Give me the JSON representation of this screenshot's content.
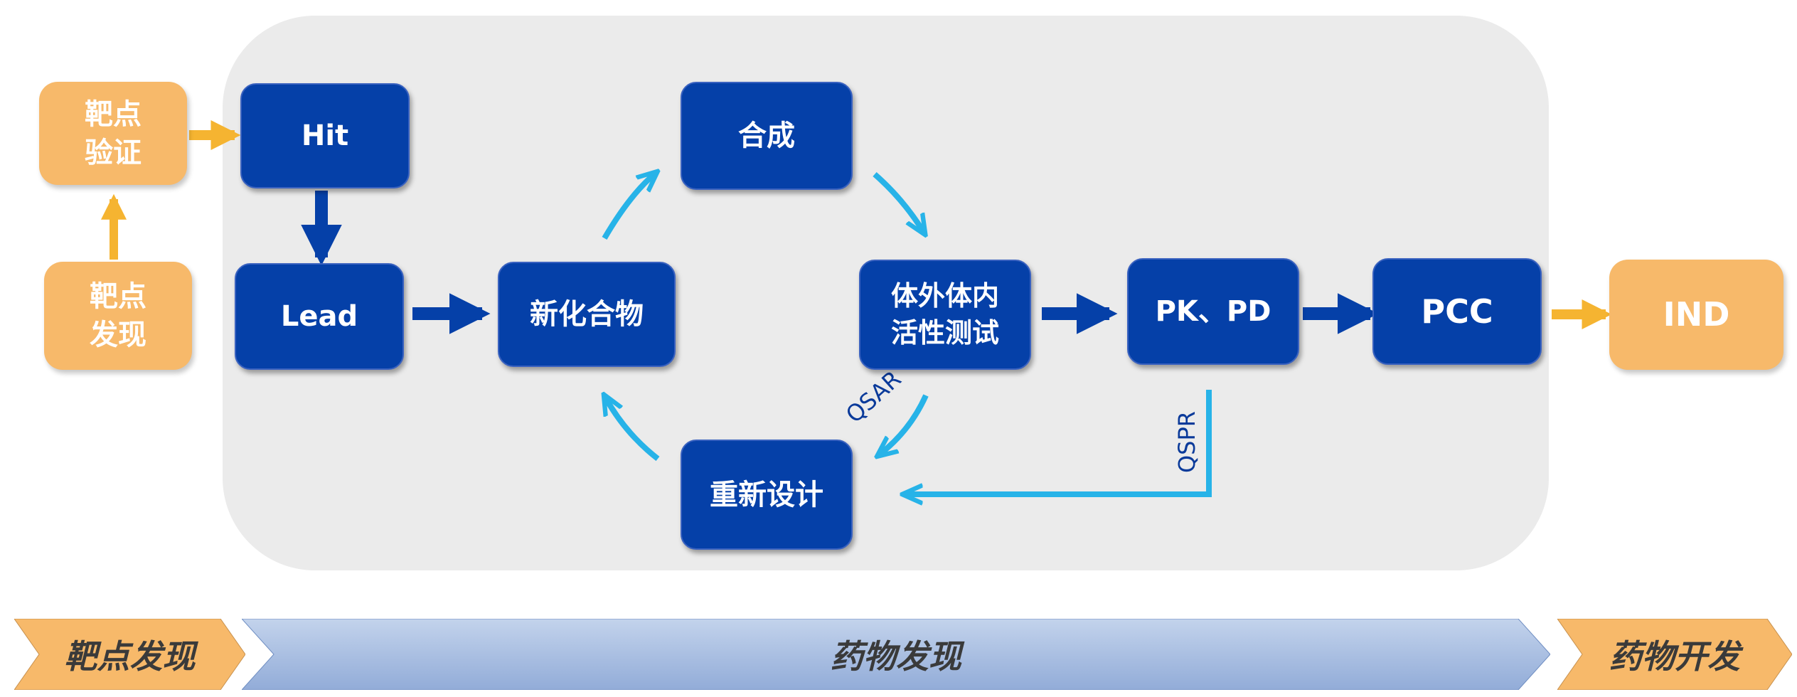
{
  "nodes": {
    "target_validation": "靶点\n验证",
    "target_discovery": "靶点\n发现",
    "hit": "Hit",
    "lead": "Lead",
    "new_compound": "新化合物",
    "synthesis": "合成",
    "assay": "体外体内\n活性测试",
    "redesign": "重新设计",
    "pk_pd": "PK、PD",
    "pcc": "PCC",
    "ind": "IND"
  },
  "labels": {
    "qsar": "QSAR",
    "qspr": "QSPR"
  },
  "stages": [
    {
      "label": "靶点发现"
    },
    {
      "label": "药物发现"
    },
    {
      "label": "药物开发"
    }
  ],
  "colors": {
    "node_blue": "#0540a8",
    "node_orange": "#f7b96a",
    "arrow_dark": "#0540a8",
    "arrow_cyan": "#27b3e8",
    "arrow_orange": "#f5b431",
    "stage_orange": "#f7b96a",
    "stage_blue": "#a9bfe0",
    "panel_gray": "#ebebeb"
  }
}
